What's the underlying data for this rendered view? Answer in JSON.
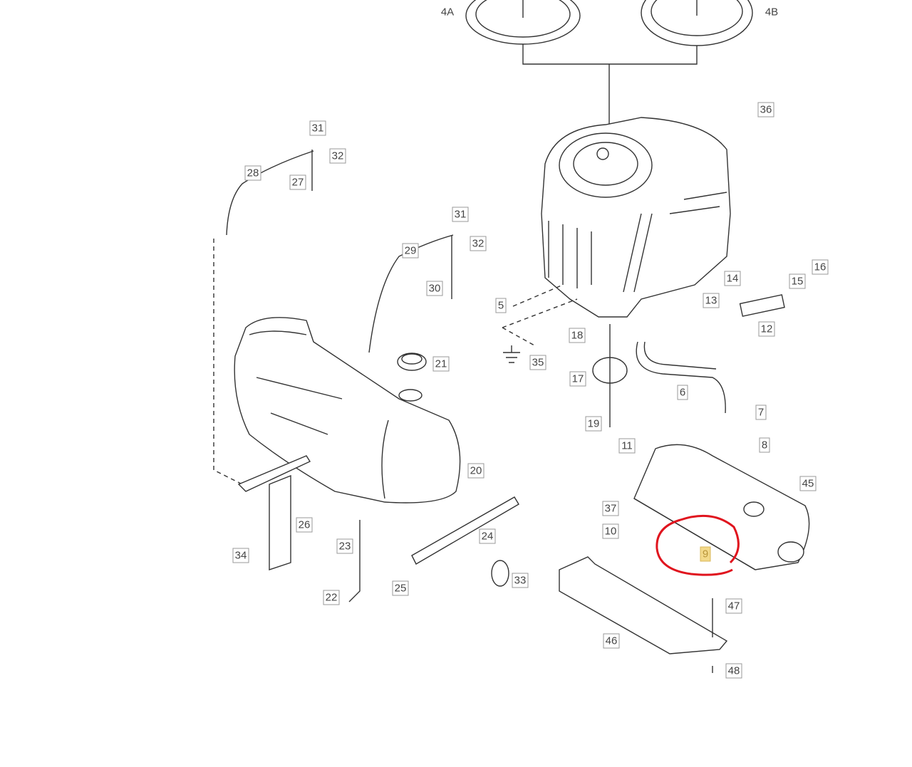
{
  "diagram": {
    "labels": [
      "4A",
      "4B",
      "36",
      "31",
      "32",
      "28",
      "27",
      "31",
      "32",
      "29",
      "30",
      "5",
      "14",
      "16",
      "15",
      "13",
      "12",
      "18",
      "35",
      "21",
      "17",
      "6",
      "7",
      "19",
      "11",
      "8",
      "45",
      "20",
      "37",
      "10",
      "9",
      "26",
      "24",
      "23",
      "34",
      "33",
      "25",
      "22",
      "47",
      "46",
      "48"
    ],
    "highlighted_part": "9",
    "annotation_color": "#e0141e",
    "highlight_color": "#f3d98a"
  }
}
